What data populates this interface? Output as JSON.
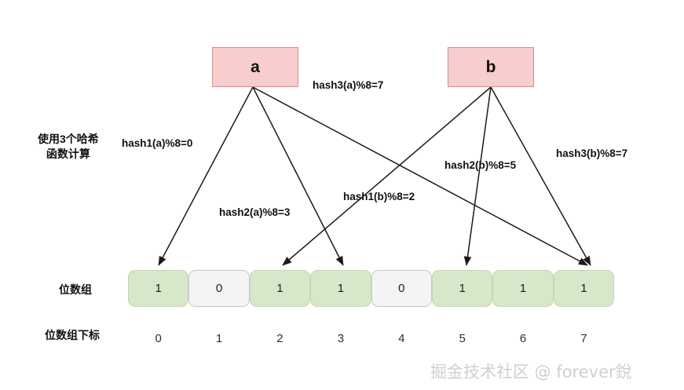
{
  "diagram": {
    "title": "Bloom Filter hash mapping diagram",
    "background": "#ffffff"
  },
  "elements": [
    {
      "id": "a",
      "label": "a"
    },
    {
      "id": "b",
      "label": "b"
    }
  ],
  "captions": {
    "hash_note_line1": "使用3个哈希",
    "hash_note_line2": "函数计算",
    "bit_array_label": "位数组",
    "bit_index_label": "位数组下标"
  },
  "hash_labels": [
    {
      "id": "hash1-a",
      "text": "hash1(a)%8=0",
      "source": "a",
      "target_index": 0
    },
    {
      "id": "hash2-a",
      "text": "hash2(a)%8=3",
      "source": "a",
      "target_index": 3
    },
    {
      "id": "hash3-a",
      "text": "hash3(a)%8=7",
      "source": "a",
      "target_index": 7
    },
    {
      "id": "hash1-b",
      "text": "hash1(b)%8=2",
      "source": "b",
      "target_index": 2
    },
    {
      "id": "hash2-b",
      "text": "hash2(b)%8=5",
      "source": "b",
      "target_index": 5
    },
    {
      "id": "hash3-b",
      "text": "hash3(b)%8=7",
      "source": "b",
      "target_index": 7
    }
  ],
  "bit_array": {
    "values": [
      "1",
      "0",
      "1",
      "1",
      "0",
      "1",
      "1",
      "1"
    ],
    "indices": [
      "0",
      "1",
      "2",
      "3",
      "4",
      "5",
      "6",
      "7"
    ],
    "on_color": "#d6e8c9",
    "off_color": "#f4f4f4"
  },
  "watermark": {
    "text": "掘金技术社区 @ forever銳"
  },
  "colors": {
    "element_fill": "#f7cdcd",
    "element_border": "#d98c8c",
    "edge": "#1a1a1a"
  }
}
